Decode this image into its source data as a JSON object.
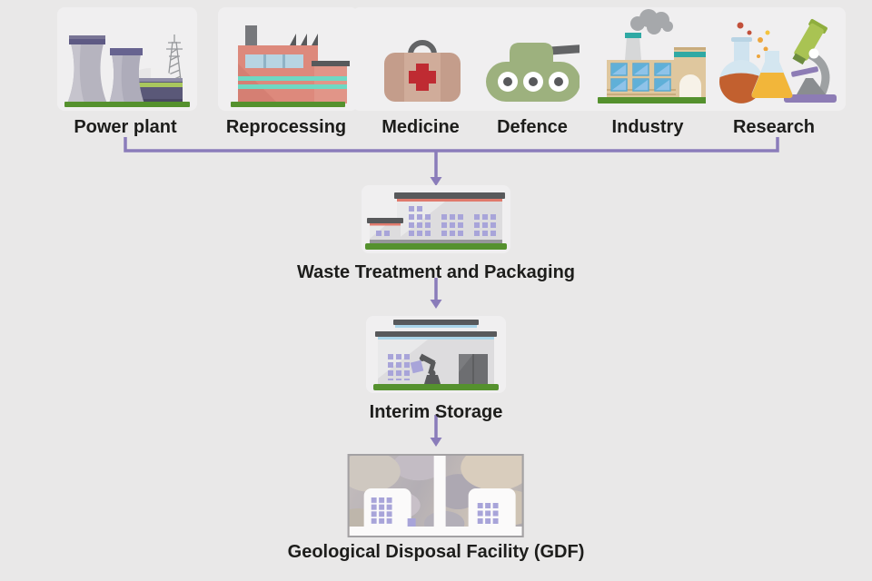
{
  "diagram": {
    "description": "Radioactive waste flow diagram from sources to geological disposal"
  },
  "sources": [
    {
      "label": "Power plant",
      "icon": "power-plant-icon"
    },
    {
      "label": "Reprocessing",
      "icon": "reprocessing-factory-icon"
    },
    {
      "label": "Medicine",
      "icon": "medical-bag-icon"
    },
    {
      "label": "Defence",
      "icon": "tank-icon"
    },
    {
      "label": "Industry",
      "icon": "industry-factory-icon"
    },
    {
      "label": "Research",
      "icon": "lab-flasks-microscope-icon"
    }
  ],
  "stages": [
    {
      "label": "Waste Treatment and Packaging",
      "icon": "waste-treatment-building-icon"
    },
    {
      "label": "Interim Storage",
      "icon": "interim-storage-building-icon"
    },
    {
      "label": "Geological Disposal Facility (GDF)",
      "icon": "gdf-underground-cross-section"
    }
  ],
  "colors": {
    "background": "#e9e8e8",
    "text": "#1d1d1b",
    "connector_purple": "#8a7cba",
    "ground_green": "#55912e",
    "window_purple": "#a8a4d9",
    "roof_gray": "#58595b"
  }
}
